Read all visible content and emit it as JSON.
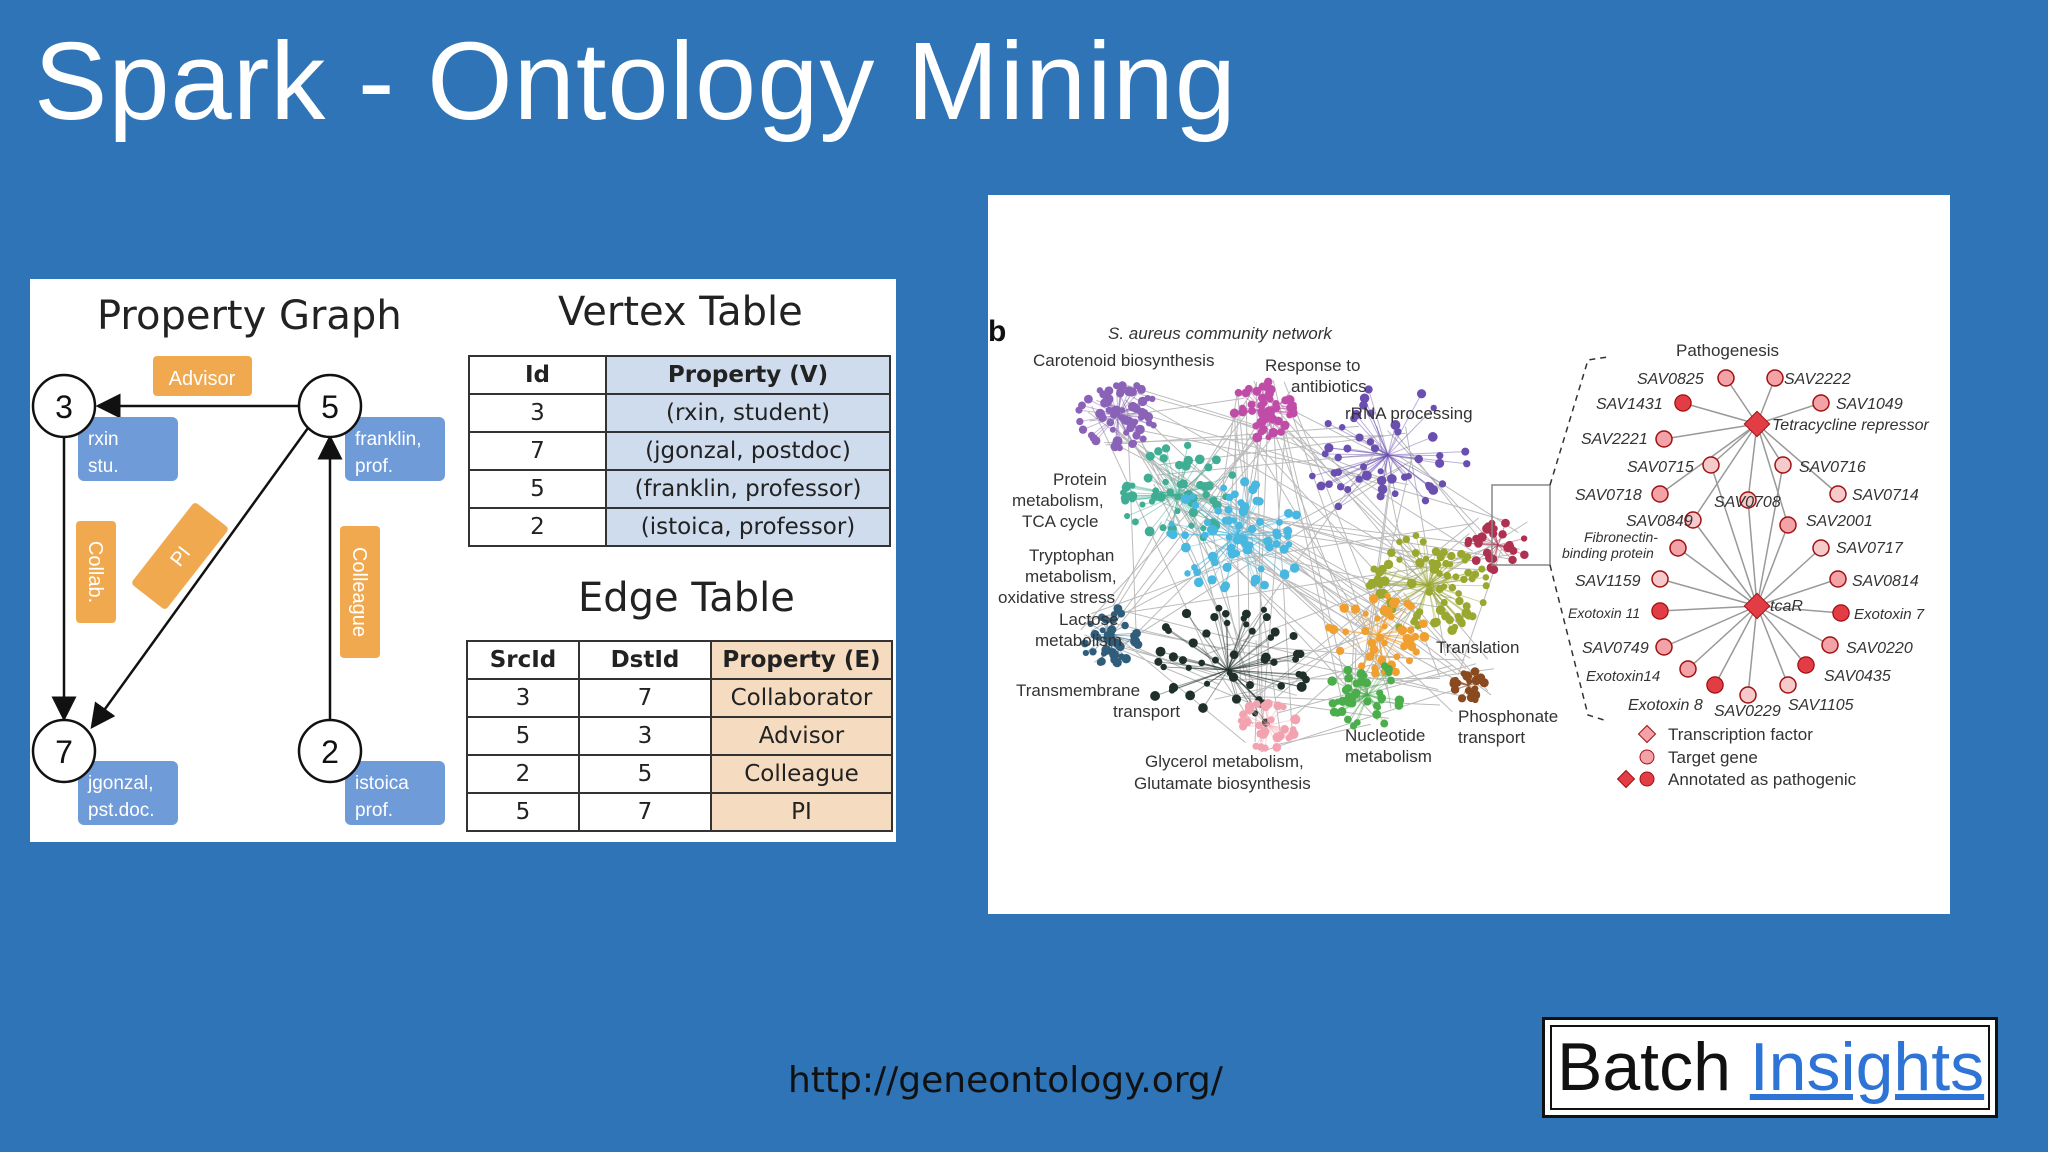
{
  "slide": {
    "title": "Spark - Ontology Mining",
    "url": "http://geneontology.org/"
  },
  "logo": {
    "part1": "Batch ",
    "part2": "Insights"
  },
  "property_graph": {
    "title": "Property Graph",
    "vertices": [
      {
        "id": "3",
        "label_line1": "rxin",
        "label_line2": "stu."
      },
      {
        "id": "5",
        "label_line1": "franklin,",
        "label_line2": "prof."
      },
      {
        "id": "7",
        "label_line1": "jgonzal,",
        "label_line2": "pst.doc."
      },
      {
        "id": "2",
        "label_line1": "istoica",
        "label_line2": "prof."
      }
    ],
    "edges": [
      "Advisor",
      "Collab.",
      "PI",
      "Colleague"
    ]
  },
  "vertex_table": {
    "title": "Vertex Table",
    "headers": [
      "Id",
      "Property (V)"
    ],
    "rows": [
      [
        "3",
        "(rxin, student)"
      ],
      [
        "7",
        "(jgonzal, postdoc)"
      ],
      [
        "5",
        "(franklin, professor)"
      ],
      [
        "2",
        "(istoica, professor)"
      ]
    ]
  },
  "edge_table": {
    "title": "Edge Table",
    "headers": [
      "SrcId",
      "DstId",
      "Property (E)"
    ],
    "rows": [
      [
        "3",
        "7",
        "Collaborator"
      ],
      [
        "5",
        "3",
        "Advisor"
      ],
      [
        "2",
        "5",
        "Colleague"
      ],
      [
        "5",
        "7",
        "PI"
      ]
    ]
  },
  "network": {
    "panel_letter": "b",
    "title": "S. aureus community network",
    "clusters": [
      "Carotenoid biosynthesis",
      "Response to",
      "antibiotics",
      "rRNA processing",
      "Protein",
      "metabolism,",
      "TCA cycle",
      "Tryptophan",
      "metabolism,",
      "oxidative stress",
      "Lactose",
      "metabolism",
      "Transmembrane",
      "transport",
      "Glycerol metabolism,",
      "Glutamate biosynthesis",
      "Nucleotide",
      "metabolism",
      "Translation",
      "Phosphonate",
      "transport"
    ],
    "pathogenesis_title": "Pathogenesis",
    "hub_labels": [
      "Tetracycline repressor",
      "tcaR"
    ],
    "genes": [
      "SAV0825",
      "SAV2222",
      "SAV1431",
      "SAV1049",
      "SAV2221",
      "SAV0715",
      "SAV0716",
      "SAV0718",
      "SAV0708",
      "SAV0714",
      "SAV0849",
      "SAV2001",
      "Fibronectin-",
      "binding protein",
      "SAV0717",
      "SAV1159",
      "SAV0814",
      "Exotoxin 11",
      "Exotoxin 7",
      "SAV0749",
      "SAV0220",
      "Exotoxin14",
      "SAV0435",
      "Exotoxin 8",
      "SAV0229",
      "SAV1105"
    ],
    "legend": [
      "Transcription factor",
      "Target gene",
      "Annotated as pathogenic"
    ]
  },
  "colors": {
    "background": "#2e74b6",
    "vertex_label": "#6f9bd9",
    "edge_label": "#f0a94e",
    "pathogenic": "#e23c44",
    "target": "#f3a3a7"
  }
}
